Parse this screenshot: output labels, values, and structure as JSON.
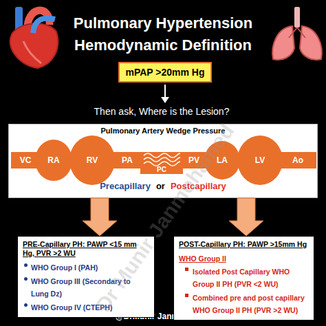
{
  "diagram": {
    "title": "Pulmonary Hypertension Hemodynamic Definition",
    "nodes": [
      {
        "text": [
          "mPAP >20mm Hg"
        ]
      },
      {
        "text": [
          "Pulmonary Artery Wedge Pressure",
          "Precapillary",
          "or",
          "Postcapillary"
        ]
      },
      {
        "text": [
          "VC"
        ],
        "in": 1
      },
      {
        "text": [
          "RA"
        ],
        "in": 1
      },
      {
        "text": [
          "RV"
        ],
        "in": 1
      },
      {
        "text": [
          "PA"
        ],
        "in": 1
      },
      {
        "text": [
          "PC"
        ],
        "in": 1
      },
      {
        "text": [
          "PV"
        ],
        "in": 1
      },
      {
        "text": [
          "LA"
        ],
        "in": 1
      },
      {
        "text": [
          "LV"
        ],
        "in": 1
      },
      {
        "text": [
          "Ao"
        ],
        "in": 1
      },
      {
        "text": [
          "PRE-Capillary PH: PAWP <15 mm Hg, PVR >2 WU",
          "WHO Group I (PAH)",
          "WHO Group III (Secondary to Lung Dz)",
          "WHO Group IV (CTEPH)"
        ]
      },
      {
        "text": [
          "POST-Capillary PH: PAWP >15mm Hg",
          "WHO Group II",
          "Isolated Post Capillary WHO Group II PH (PVR <2 WU)",
          "Combined pre and post capillary WHO Group II PH (PVR >2 WU)"
        ]
      }
    ],
    "edges": [
      {
        "from": 1,
        "to": 11,
        "arrow": "to"
      },
      {
        "from": 1,
        "to": 12,
        "arrow": "to"
      }
    ],
    "labels": [
      "Then ask, Where is the Lesion?",
      "@DrMunir Janmohamed",
      "Dr Munir Janmohamed"
    ]
  }
}
